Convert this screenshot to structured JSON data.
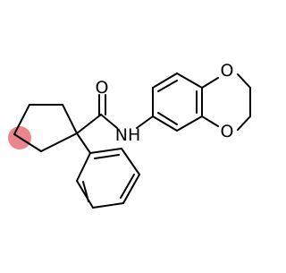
{
  "molecule": {
    "atom_labels": {
      "carbonyl_oxygen": "O",
      "amide_nitrogen": "NH",
      "ether_oxygen_upper": "O",
      "ether_oxygen_lower": "O"
    },
    "colors": {
      "bond": "#000000",
      "highlight": "#e8868b",
      "background": "#ffffff"
    }
  }
}
